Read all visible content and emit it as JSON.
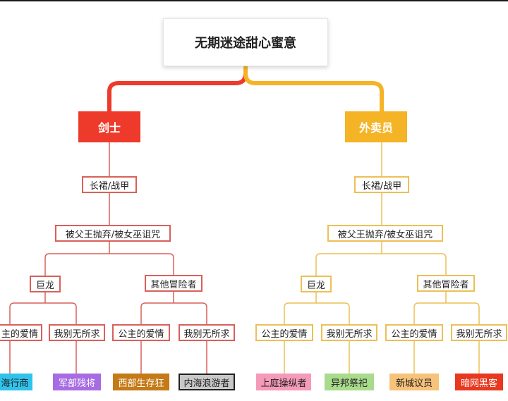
{
  "root": {
    "title": "无期迷途甜心蜜意"
  },
  "branches": {
    "left": {
      "title": "剑士",
      "level1": "长裙/战甲",
      "level2": "被父王抛弃/被女巫诅咒",
      "group_a": "巨龙",
      "group_b": "其他冒险者",
      "opt_love": "主的爱情",
      "opt_nothing": "我别无所求",
      "opt_love_b": "公主的爱情",
      "opt_nothing_b": "我别无所求",
      "endings": [
        "海行商",
        "军部残将",
        "西部生存狂",
        "内海浪游者"
      ]
    },
    "right": {
      "title": "外卖员",
      "level1": "长裙/战甲",
      "level2": "被父王抛弃/被女巫诅咒",
      "group_a": "巨龙",
      "group_b": "其他冒险者",
      "opt_love": "公主的爱情",
      "opt_nothing": "我别无所求",
      "opt_love_b": "公主的爱情",
      "opt_nothing_b": "我别无所求",
      "endings": [
        "上庭操纵者",
        "异邦祭祀",
        "新城议员",
        "暗网黑客"
      ]
    }
  },
  "colors": {
    "left_accent": "#ee3a2b",
    "right_accent": "#f5b326",
    "left_line": "#d9605a",
    "right_line": "#ecc055",
    "endings": [
      "#2fc3ec",
      "#a76ce3",
      "#c47a16",
      "#c8c8c8",
      "#f59ab8",
      "#a8db8c",
      "#f7c27a",
      "#e8381f"
    ]
  }
}
